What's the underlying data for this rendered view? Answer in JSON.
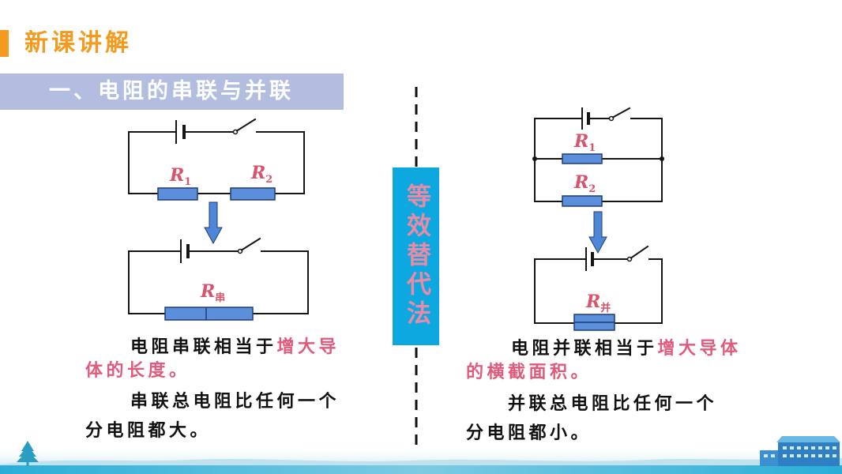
{
  "header": {
    "title": "新课讲解",
    "accent_color": "#f49a1f"
  },
  "banner": {
    "label": "一、电阻的串联与并联",
    "color": "#b3bddf"
  },
  "method_box": {
    "label": "等效替代法",
    "background_color": "#0ea8e0",
    "text_color": "#e98ba6"
  },
  "colors": {
    "wire": "#151515",
    "resistor_fill": "#5b8fdc",
    "resistor_edge": "#213c70",
    "label": "#d7546c",
    "highlight": "#e05a7c",
    "arrow": "#4f87d8",
    "body_text": "#111111"
  },
  "series": {
    "r1_label": {
      "letter": "R",
      "sub": "1"
    },
    "r2_label": {
      "letter": "R",
      "sub": "2"
    },
    "equivalent_label": {
      "letter": "R",
      "sub": "串"
    },
    "statement": {
      "normal": "电阻串联相当于",
      "highlight": "增大导体的长度。"
    },
    "conclusion": "串联总电阻比任何一个分电阻都大。"
  },
  "parallel": {
    "r1_label": {
      "letter": "R",
      "sub": "1"
    },
    "r2_label": {
      "letter": "R",
      "sub": "2"
    },
    "equivalent_label": {
      "letter": "R",
      "sub": "并"
    },
    "statement": {
      "normal": "电阻并联相当于",
      "highlight": "增大导体的横截面积。"
    },
    "conclusion": "并联总电阻比任何一个分电阻都小。"
  },
  "icons": {
    "battery": "battery-icon",
    "switch": "switch-icon",
    "arrow": "down-arrow-icon",
    "tree": "tree-icon",
    "building": "building-icon"
  }
}
